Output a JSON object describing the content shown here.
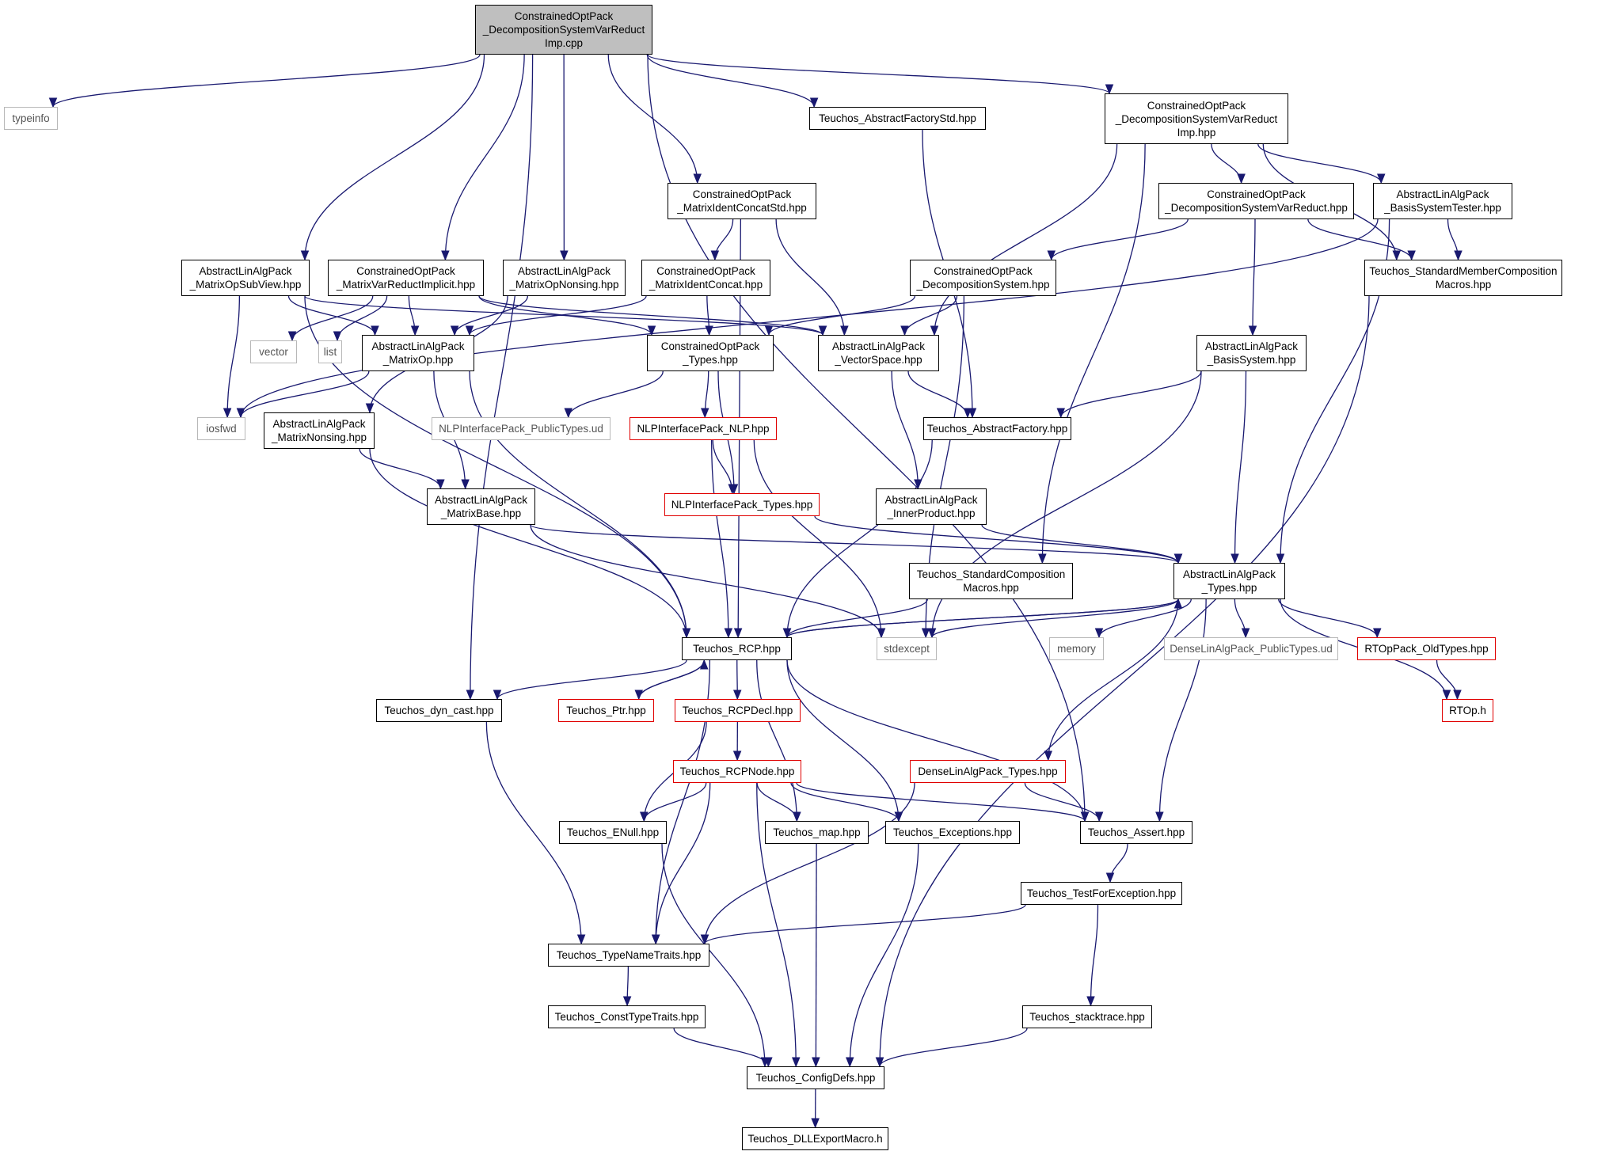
{
  "colors": {
    "edge": "#191970",
    "node_border": "#000000",
    "external_border": "#b8b8b8",
    "incomplete_border": "#e00000",
    "root_fill": "#bfbfbf"
  },
  "nodes": [
    {
      "id": "root",
      "label": "ConstrainedOptPack\n_DecompositionSystemVarReduct\nImp.cpp",
      "style": "root"
    },
    {
      "id": "typeinfo",
      "label": "typeinfo",
      "style": "ext"
    },
    {
      "id": "tafs",
      "label": "Teuchos_AbstractFactoryStd.hpp",
      "style": "normal"
    },
    {
      "id": "dsvri",
      "label": "ConstrainedOptPack\n_DecompositionSystemVarReduct\nImp.hpp",
      "style": "normal"
    },
    {
      "id": "mics",
      "label": "ConstrainedOptPack\n_MatrixIdentConcatStd.hpp",
      "style": "normal"
    },
    {
      "id": "dsvr",
      "label": "ConstrainedOptPack\n_DecompositionSystemVarReduct.hpp",
      "style": "normal"
    },
    {
      "id": "bst",
      "label": "AbstractLinAlgPack\n_BasisSystemTester.hpp",
      "style": "normal"
    },
    {
      "id": "mosv",
      "label": "AbstractLinAlgPack\n_MatrixOpSubView.hpp",
      "style": "normal"
    },
    {
      "id": "mvri",
      "label": "ConstrainedOptPack\n_MatrixVarReductImplicit.hpp",
      "style": "normal"
    },
    {
      "id": "mon",
      "label": "AbstractLinAlgPack\n_MatrixOpNonsing.hpp",
      "style": "normal"
    },
    {
      "id": "mic",
      "label": "ConstrainedOptPack\n_MatrixIdentConcat.hpp",
      "style": "normal"
    },
    {
      "id": "ds",
      "label": "ConstrainedOptPack\n_DecompositionSystem.hpp",
      "style": "normal"
    },
    {
      "id": "smc",
      "label": "Teuchos_StandardMemberComposition\nMacros.hpp",
      "style": "normal"
    },
    {
      "id": "vector",
      "label": "vector",
      "style": "ext"
    },
    {
      "id": "list",
      "label": "list",
      "style": "ext"
    },
    {
      "id": "mop",
      "label": "AbstractLinAlgPack\n_MatrixOp.hpp",
      "style": "normal"
    },
    {
      "id": "cot",
      "label": "ConstrainedOptPack\n_Types.hpp",
      "style": "normal"
    },
    {
      "id": "vs",
      "label": "AbstractLinAlgPack\n_VectorSpace.hpp",
      "style": "normal"
    },
    {
      "id": "bs",
      "label": "AbstractLinAlgPack\n_BasisSystem.hpp",
      "style": "normal"
    },
    {
      "id": "iosfwd",
      "label": "iosfwd",
      "style": "ext"
    },
    {
      "id": "mns",
      "label": "AbstractLinAlgPack\n_MatrixNonsing.hpp",
      "style": "normal"
    },
    {
      "id": "nlppt",
      "label": "NLPInterfacePack_PublicTypes.ud",
      "style": "ext"
    },
    {
      "id": "nlp",
      "label": "NLPInterfacePack_NLP.hpp",
      "style": "red"
    },
    {
      "id": "taf",
      "label": "Teuchos_AbstractFactory.hpp",
      "style": "normal"
    },
    {
      "id": "mb",
      "label": "AbstractLinAlgPack\n_MatrixBase.hpp",
      "style": "normal"
    },
    {
      "id": "nlpt",
      "label": "NLPInterfacePack_Types.hpp",
      "style": "red"
    },
    {
      "id": "ip",
      "label": "AbstractLinAlgPack\n_InnerProduct.hpp",
      "style": "normal"
    },
    {
      "id": "scm",
      "label": "Teuchos_StandardComposition\nMacros.hpp",
      "style": "normal"
    },
    {
      "id": "alt",
      "label": "AbstractLinAlgPack\n_Types.hpp",
      "style": "normal"
    },
    {
      "id": "rcp",
      "label": "Teuchos_RCP.hpp",
      "style": "normal"
    },
    {
      "id": "stdexcept",
      "label": "stdexcept",
      "style": "ext"
    },
    {
      "id": "memory",
      "label": "memory",
      "style": "ext"
    },
    {
      "id": "dlpt",
      "label": "DenseLinAlgPack_PublicTypes.ud",
      "style": "ext"
    },
    {
      "id": "rtold",
      "label": "RTOpPack_OldTypes.hpp",
      "style": "red"
    },
    {
      "id": "dyn",
      "label": "Teuchos_dyn_cast.hpp",
      "style": "normal"
    },
    {
      "id": "ptr",
      "label": "Teuchos_Ptr.hpp",
      "style": "red"
    },
    {
      "id": "rcpdecl",
      "label": "Teuchos_RCPDecl.hpp",
      "style": "red"
    },
    {
      "id": "rtop",
      "label": "RTOp.h",
      "style": "red"
    },
    {
      "id": "rcpnode",
      "label": "Teuchos_RCPNode.hpp",
      "style": "red"
    },
    {
      "id": "dlat",
      "label": "DenseLinAlgPack_Types.hpp",
      "style": "red"
    },
    {
      "id": "enull",
      "label": "Teuchos_ENull.hpp",
      "style": "normal"
    },
    {
      "id": "map",
      "label": "Teuchos_map.hpp",
      "style": "normal"
    },
    {
      "id": "exc",
      "label": "Teuchos_Exceptions.hpp",
      "style": "normal"
    },
    {
      "id": "assert",
      "label": "Teuchos_Assert.hpp",
      "style": "normal"
    },
    {
      "id": "tfe",
      "label": "Teuchos_TestForException.hpp",
      "style": "normal"
    },
    {
      "id": "tnt",
      "label": "Teuchos_TypeNameTraits.hpp",
      "style": "normal"
    },
    {
      "id": "ctt",
      "label": "Teuchos_ConstTypeTraits.hpp",
      "style": "normal"
    },
    {
      "id": "stack",
      "label": "Teuchos_stacktrace.hpp",
      "style": "normal"
    },
    {
      "id": "cfg",
      "label": "Teuchos_ConfigDefs.hpp",
      "style": "normal"
    },
    {
      "id": "dll",
      "label": "Teuchos_DLLExportMacro.h",
      "style": "normal"
    }
  ],
  "edges": [
    [
      "root",
      "typeinfo"
    ],
    [
      "root",
      "tafs"
    ],
    [
      "root",
      "dsvri"
    ],
    [
      "root",
      "mics"
    ],
    [
      "root",
      "mon"
    ],
    [
      "root",
      "mvri"
    ],
    [
      "root",
      "mosv"
    ],
    [
      "root",
      "dyn"
    ],
    [
      "root",
      "assert"
    ],
    [
      "tafs",
      "taf"
    ],
    [
      "dsvri",
      "dsvr"
    ],
    [
      "dsvri",
      "bst"
    ],
    [
      "dsvri",
      "smc"
    ],
    [
      "dsvri",
      "vs"
    ],
    [
      "dsvri",
      "scm"
    ],
    [
      "mics",
      "mic"
    ],
    [
      "mics",
      "vs"
    ],
    [
      "mics",
      "rcp"
    ],
    [
      "dsvr",
      "ds"
    ],
    [
      "dsvr",
      "bs"
    ],
    [
      "dsvr",
      "smc"
    ],
    [
      "bst",
      "smc"
    ],
    [
      "bst",
      "iosfwd"
    ],
    [
      "bst",
      "alt"
    ],
    [
      "mosv",
      "mop"
    ],
    [
      "mosv",
      "iosfwd"
    ],
    [
      "mosv",
      "vs"
    ],
    [
      "mosv",
      "rcp"
    ],
    [
      "mvri",
      "vector"
    ],
    [
      "mvri",
      "list"
    ],
    [
      "mvri",
      "mop"
    ],
    [
      "mvri",
      "cot"
    ],
    [
      "mvri",
      "vs"
    ],
    [
      "mon",
      "mop"
    ],
    [
      "mon",
      "mns"
    ],
    [
      "mic",
      "mop"
    ],
    [
      "mic",
      "cot"
    ],
    [
      "ds",
      "cot"
    ],
    [
      "ds",
      "vs"
    ],
    [
      "ds",
      "stdexcept"
    ],
    [
      "smc",
      "cfg"
    ],
    [
      "mop",
      "iosfwd"
    ],
    [
      "mop",
      "mb"
    ],
    [
      "mop",
      "rcp"
    ],
    [
      "cot",
      "nlppt"
    ],
    [
      "cot",
      "nlp"
    ],
    [
      "cot",
      "nlpt"
    ],
    [
      "vs",
      "taf"
    ],
    [
      "vs",
      "ip"
    ],
    [
      "bs",
      "taf"
    ],
    [
      "bs",
      "alt"
    ],
    [
      "bs",
      "stdexcept"
    ],
    [
      "mns",
      "mb"
    ],
    [
      "mns",
      "rcp"
    ],
    [
      "nlp",
      "nlpt"
    ],
    [
      "nlp",
      "rcp"
    ],
    [
      "nlp",
      "stdexcept"
    ],
    [
      "taf",
      "rcp"
    ],
    [
      "mb",
      "alt"
    ],
    [
      "mb",
      "stdexcept"
    ],
    [
      "nlpt",
      "alt"
    ],
    [
      "ip",
      "alt"
    ],
    [
      "scm",
      "rcp"
    ],
    [
      "alt",
      "rcp"
    ],
    [
      "alt",
      "stdexcept"
    ],
    [
      "alt",
      "memory"
    ],
    [
      "alt",
      "dlpt"
    ],
    [
      "alt",
      "rtold"
    ],
    [
      "alt",
      "rtop"
    ],
    [
      "alt",
      "dlat"
    ],
    [
      "alt",
      "assert"
    ],
    [
      "rcp",
      "alt"
    ],
    [
      "rcp",
      "dyn"
    ],
    [
      "rcp",
      "ptr"
    ],
    [
      "rcp",
      "rcpdecl"
    ],
    [
      "rcp",
      "tnt"
    ],
    [
      "rcp",
      "map"
    ],
    [
      "rcp",
      "exc"
    ],
    [
      "rcp",
      "assert"
    ],
    [
      "ptr",
      "rcp"
    ],
    [
      "rcpdecl",
      "rcpnode"
    ],
    [
      "rcpdecl",
      "enull"
    ],
    [
      "rtold",
      "rtop"
    ],
    [
      "dyn",
      "tnt"
    ],
    [
      "rcpnode",
      "enull"
    ],
    [
      "rcpnode",
      "map"
    ],
    [
      "rcpnode",
      "exc"
    ],
    [
      "rcpnode",
      "assert"
    ],
    [
      "rcpnode",
      "tnt"
    ],
    [
      "rcpnode",
      "cfg"
    ],
    [
      "dlat",
      "assert"
    ],
    [
      "dlat",
      "tnt"
    ],
    [
      "enull",
      "cfg"
    ],
    [
      "map",
      "cfg"
    ],
    [
      "exc",
      "cfg"
    ],
    [
      "assert",
      "tfe"
    ],
    [
      "tfe",
      "tnt"
    ],
    [
      "tfe",
      "stack"
    ],
    [
      "tnt",
      "ctt"
    ],
    [
      "ctt",
      "cfg"
    ],
    [
      "stack",
      "cfg"
    ],
    [
      "cfg",
      "dll"
    ]
  ]
}
